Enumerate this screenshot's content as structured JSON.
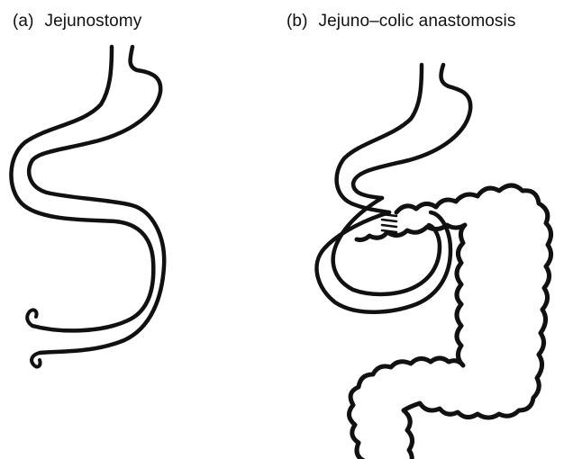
{
  "panels": [
    {
      "tag": "(a)",
      "title": "Jejunostomy"
    },
    {
      "tag": "(b)",
      "title": "Jejuno–colic anastomosis"
    }
  ],
  "ink_color": "#111111",
  "background_color": "#ffffff"
}
